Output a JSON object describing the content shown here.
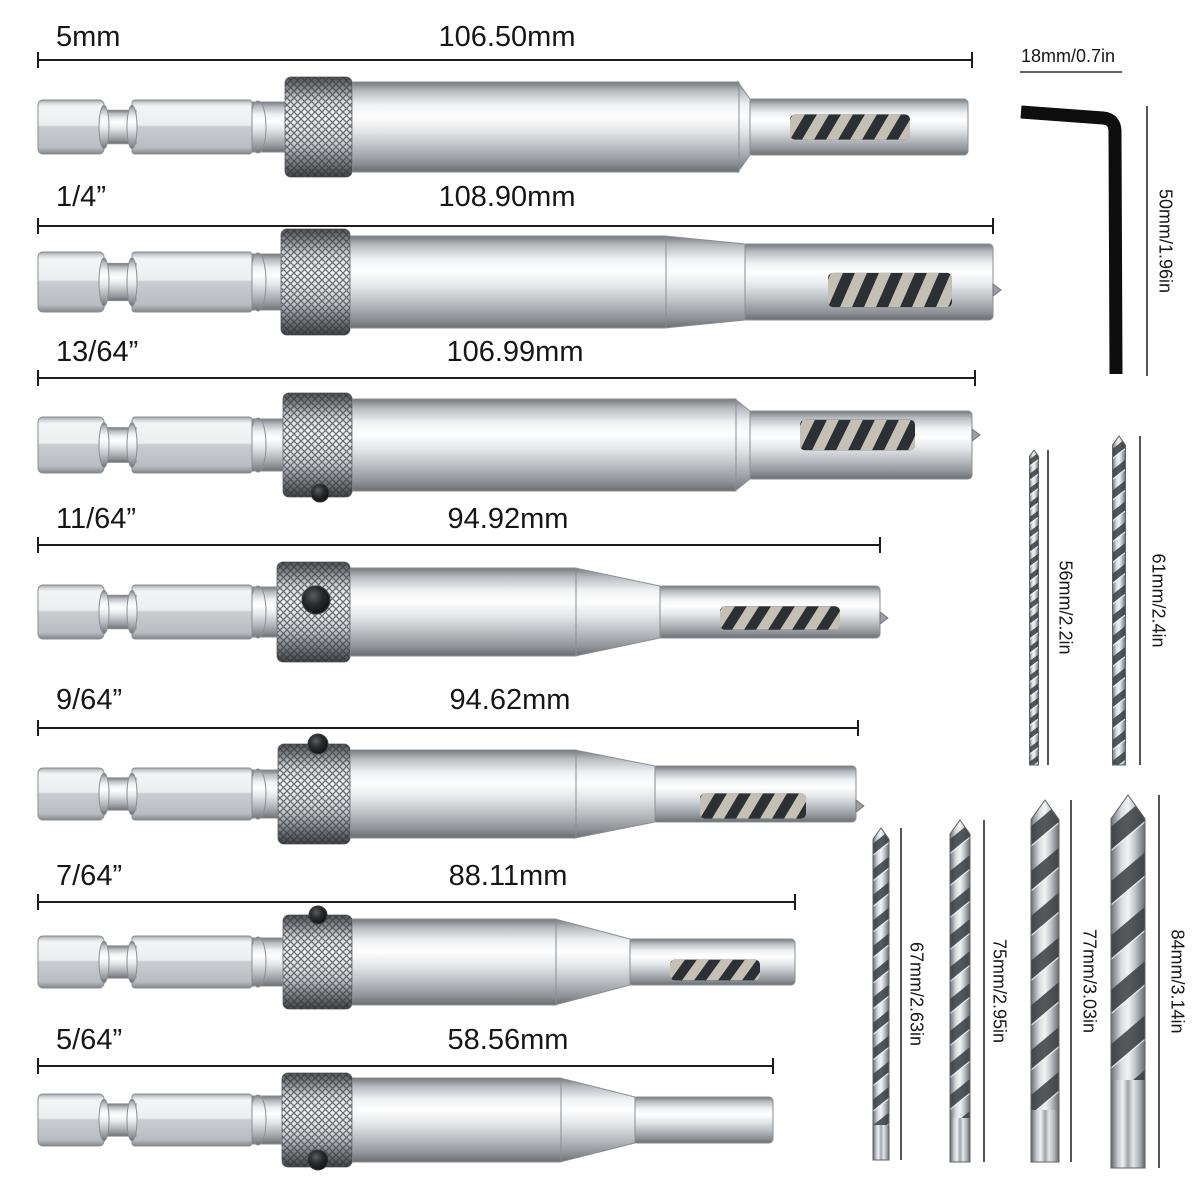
{
  "countersink_bits": [
    {
      "size": "5mm",
      "length": "106.50mm"
    },
    {
      "size": "1/4”",
      "length": "108.90mm"
    },
    {
      "size": "13/64”",
      "length": "106.99mm"
    },
    {
      "size": "11/64”",
      "length": "94.92mm"
    },
    {
      "size": "9/64”",
      "length": "94.62mm"
    },
    {
      "size": "7/64”",
      "length": "88.11mm"
    },
    {
      "size": "5/64”",
      "length": "58.56mm"
    }
  ],
  "hex_key": {
    "width": "18mm/0.7in",
    "length": "50mm/1.96in"
  },
  "drill_bits": [
    {
      "length": "56mm/2.2in"
    },
    {
      "length": "61mm/2.4in"
    },
    {
      "length": "67mm/2.63in"
    },
    {
      "length": "75mm/2.95in"
    },
    {
      "length": "77mm/3.03in"
    },
    {
      "length": "84mm/3.14in"
    }
  ],
  "colors": {
    "ink": "#161616",
    "steel_light": "#f3f4f5",
    "steel_dark": "#6d7176",
    "hex_key": "#0e0e0e"
  }
}
